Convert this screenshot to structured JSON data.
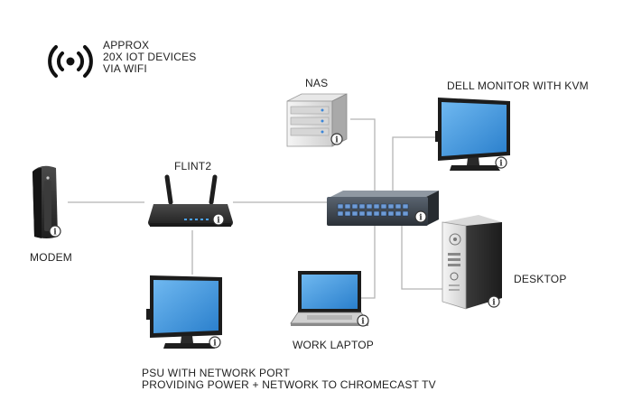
{
  "colors": {
    "line": "#b5b5b5",
    "text": "#222222",
    "screen": "#3f97dd",
    "device_dark": "#2f2f2f",
    "switch_port": "#6e9bd6",
    "info_badge": "#ffffff"
  },
  "diagram": {
    "wifi_note": {
      "icon": "wifi-broadcast-icon",
      "lines": [
        "APPROX",
        "20X IOT DEVICES",
        "VIA WIFI"
      ]
    },
    "nodes": {
      "modem": {
        "label": "MODEM",
        "icon": "modem-icon"
      },
      "flint2": {
        "label": "FLINT2",
        "icon": "router-icon"
      },
      "nas": {
        "label": "NAS",
        "icon": "server-icon"
      },
      "switch": {
        "label": "",
        "icon": "network-switch-icon"
      },
      "dell_monitor": {
        "label": "DELL MONITOR WITH KVM",
        "icon": "monitor-icon"
      },
      "desktop": {
        "label": "DESKTOP",
        "icon": "desktop-tower-icon"
      },
      "work_laptop": {
        "label": "WORK LAPTOP",
        "icon": "laptop-icon"
      },
      "psu_monitor": {
        "label_lines": [
          "PSU WITH NETWORK PORT",
          "PROVIDING POWER + NETWORK TO CHROMECAST TV"
        ],
        "icon": "monitor-icon"
      }
    },
    "connections": [
      [
        "modem",
        "flint2"
      ],
      [
        "flint2",
        "switch"
      ],
      [
        "flint2",
        "psu_monitor"
      ],
      [
        "switch",
        "nas"
      ],
      [
        "switch",
        "dell_monitor"
      ],
      [
        "switch",
        "desktop"
      ],
      [
        "switch",
        "work_laptop"
      ]
    ]
  }
}
